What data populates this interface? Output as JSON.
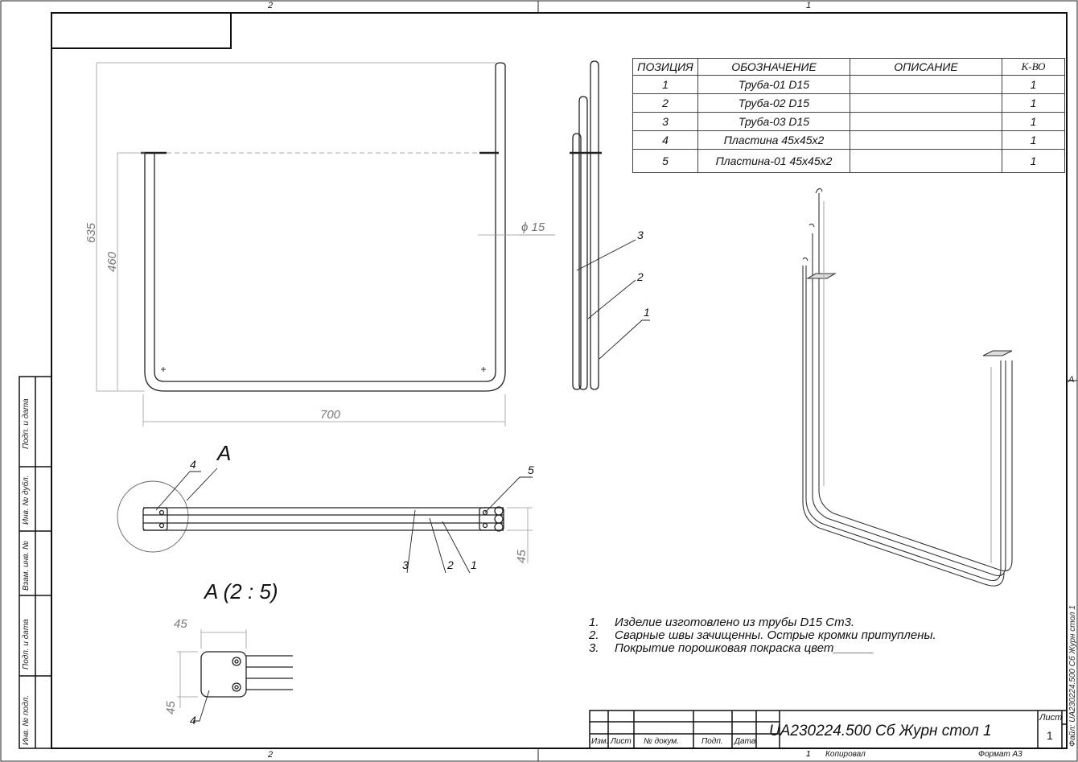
{
  "zones": {
    "top_left": "2",
    "top_right": "1",
    "bottom_left": "2",
    "bottom_right": "1",
    "right_side": "A"
  },
  "dimensions": {
    "height_overall": "635",
    "height_inner": "460",
    "width": "700",
    "diameter": "ϕ 15",
    "plate_height": "45",
    "detail_width": "45",
    "detail_height": "45"
  },
  "callouts": {
    "p1": "1",
    "p2": "2",
    "p3": "3",
    "p4": "4",
    "p5": "5",
    "detail_mark": "A",
    "detail_title": "A (2 : 5)"
  },
  "bom": {
    "headers": [
      "ПОЗИЦИЯ",
      "ОБОЗНАЧЕНИЕ",
      "ОПИСАНИЕ",
      "К-ВО"
    ],
    "rows": [
      {
        "pos": "1",
        "name": "Труба-01 D15",
        "desc": "",
        "qty": "1"
      },
      {
        "pos": "2",
        "name": "Труба-02 D15",
        "desc": "",
        "qty": "1"
      },
      {
        "pos": "3",
        "name": "Труба-03 D15",
        "desc": "",
        "qty": "1"
      },
      {
        "pos": "4",
        "name": "Пластина 45х45х2",
        "desc": "",
        "qty": "1"
      },
      {
        "pos": "5",
        "name": "Пластина-01 45х45х2",
        "desc": "",
        "qty": "1"
      }
    ]
  },
  "notes": [
    {
      "n": "1.",
      "text": "Изделие изготовлено из трубы D15 Ст3."
    },
    {
      "n": "2.",
      "text": "Сварные швы зачищенны. Острые кромки притуплены."
    },
    {
      "n": "3.",
      "text": "Покрытие порошковая покраска цвет______"
    }
  ],
  "left_strip": [
    "Подп. и дата",
    "Инв. № дубл.",
    "Взам. инв. №",
    "Подп. и дата",
    "Инв. № подл."
  ],
  "title_block": {
    "designation": "UA230224.500 Сб Журн стол 1",
    "sheet_label": "Лист",
    "sheet_no": "1",
    "cols": [
      "Изм.",
      "Лист",
      "№ докум.",
      "Подп.",
      "Дата"
    ],
    "copied": "Копировал",
    "copied_no": "1",
    "format": "Формат А3",
    "file_label": "Файл: UA230224.500 Сб Журн стол 1"
  }
}
